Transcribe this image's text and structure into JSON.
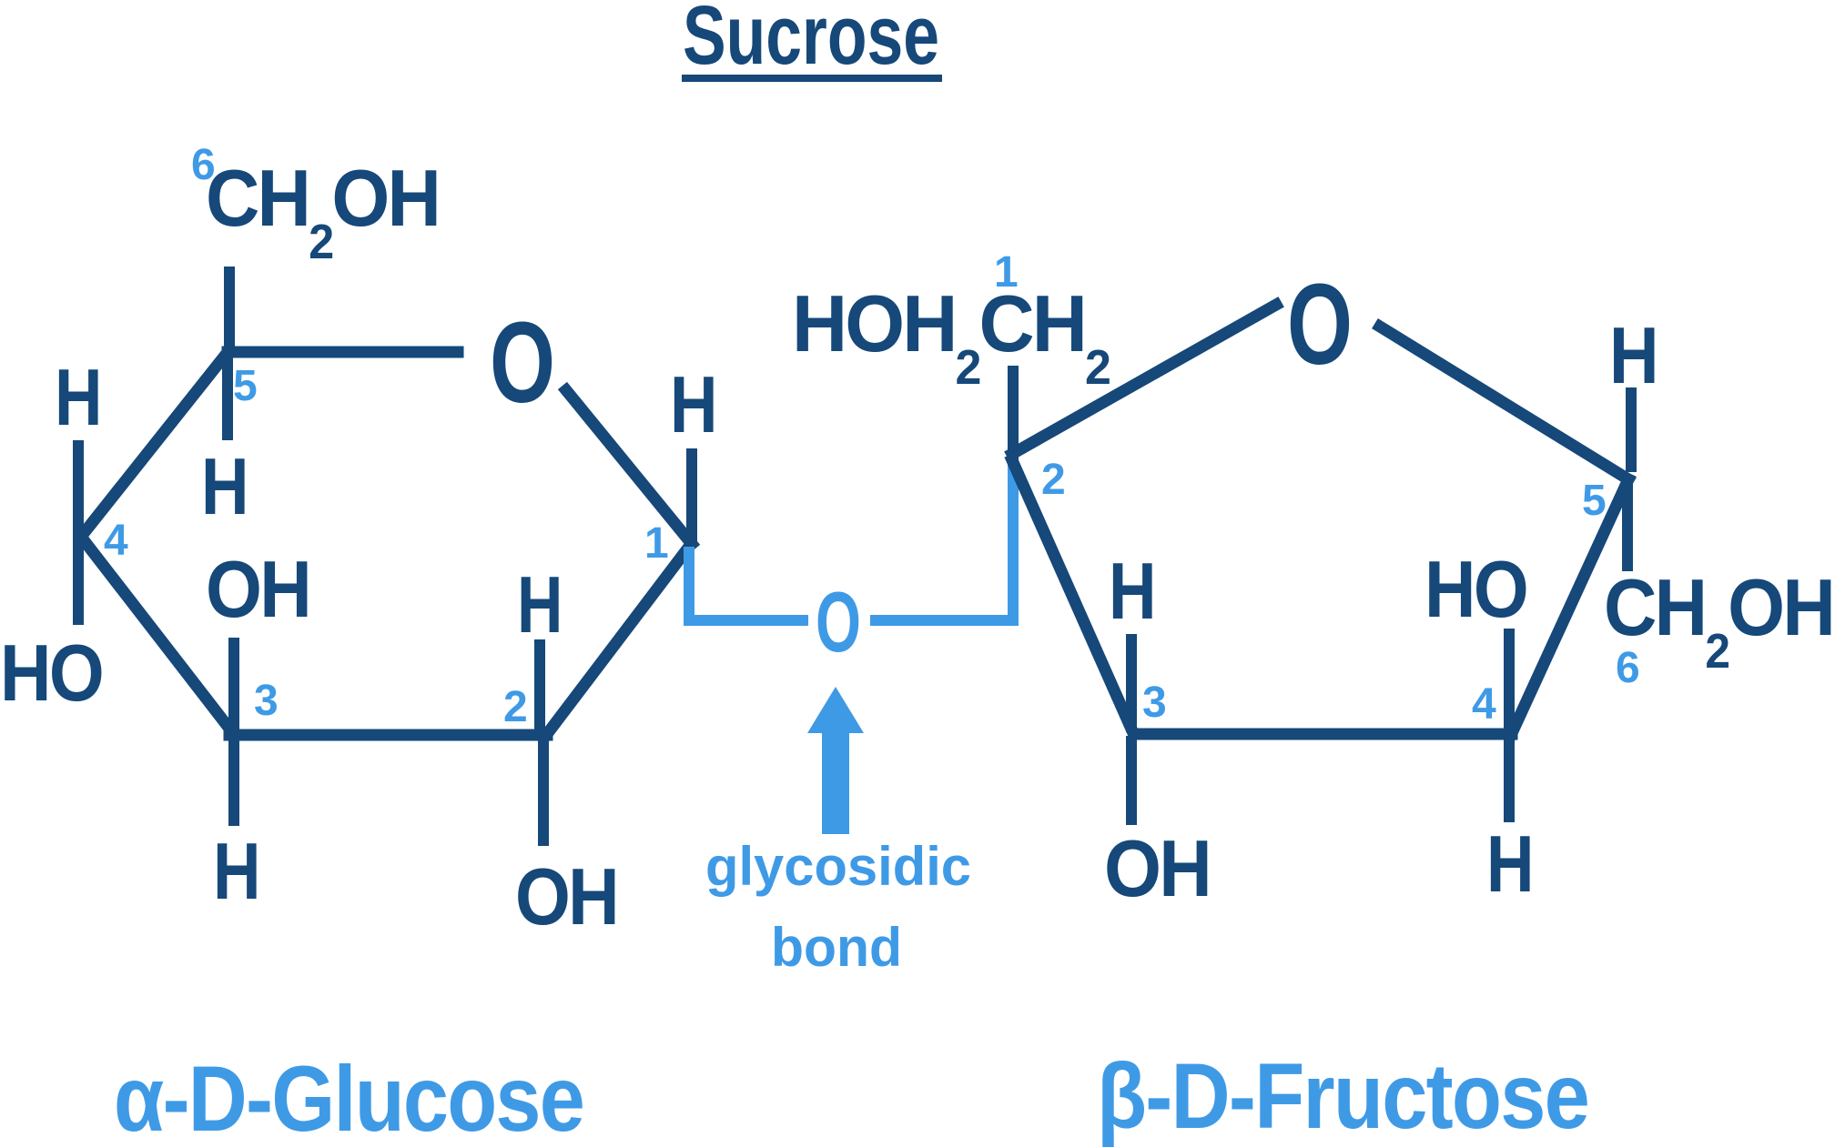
{
  "title": {
    "text": "Sucrose"
  },
  "colors": {
    "dark_navy": "#164879",
    "light_blue": "#3F9AE6",
    "background": "#ffffff"
  },
  "glycosidic": {
    "oxygen": "O",
    "label_line1": "glycosidic",
    "label_line2": "bond"
  },
  "glucose": {
    "name": "α-D-Glucose",
    "ring_oxygen": "O",
    "c6": {
      "num": "6",
      "pre": "CH",
      "sub": "2",
      "post": "OH"
    },
    "c5": {
      "num": "5",
      "h_below": "H"
    },
    "c4": {
      "num": "4",
      "h_above": "H",
      "ho_below": "HO"
    },
    "c3": {
      "num": "3",
      "oh_above": "OH",
      "h_below": "H"
    },
    "c2": {
      "num": "2",
      "h_above": "H",
      "oh_below": "OH"
    },
    "c1": {
      "num": "1",
      "h_above": "H"
    }
  },
  "fructose": {
    "name": "β-D-Fructose",
    "ring_oxygen": "O",
    "c1": {
      "num": "1",
      "pre": "HOH",
      "sub1": "2",
      "mid": "CH",
      "sub2": "2"
    },
    "c2": {
      "num": "2"
    },
    "c3": {
      "num": "3",
      "h_above": "H",
      "oh_below": "OH"
    },
    "c4": {
      "num": "4",
      "ho_above": "HO",
      "h_below": "H"
    },
    "c5": {
      "num": "5",
      "h_above": "H"
    },
    "c6": {
      "num": "6",
      "pre": "CH",
      "sub": "2",
      "post": "OH"
    }
  }
}
